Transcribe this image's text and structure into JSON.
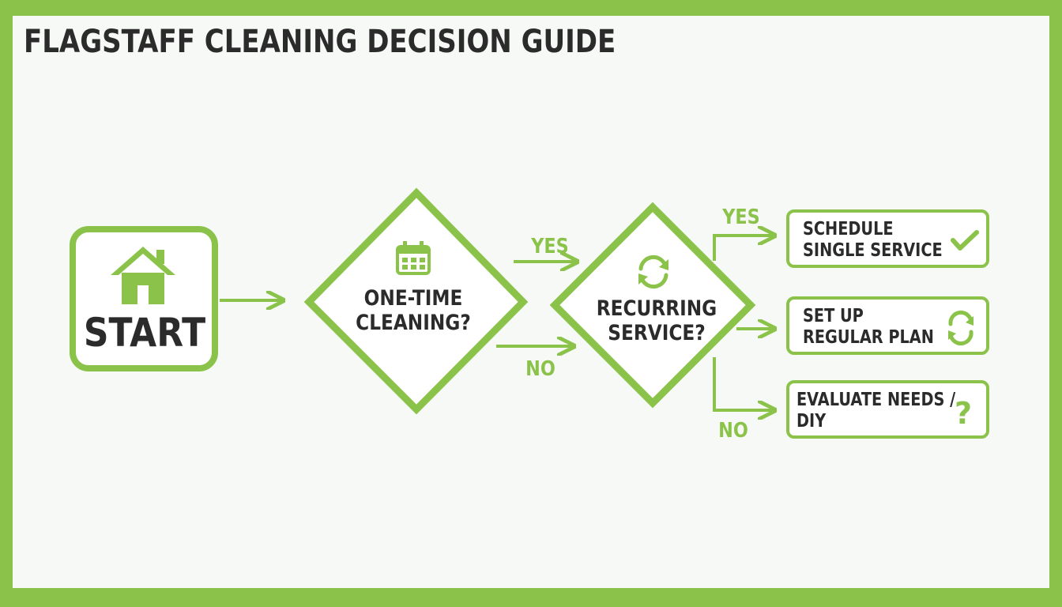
{
  "title": "FLAGSTAFF CLEANING DECISION GUIDE",
  "colors": {
    "accent": "#8bc34a",
    "text": "#2b2b2b",
    "background": "#f7f9f7"
  },
  "start": {
    "label": "START",
    "icon": "house-icon"
  },
  "decision1": {
    "line1": "ONE-TIME",
    "line2": "CLEANING?",
    "icon": "calendar-icon"
  },
  "decision2": {
    "line1": "RECURRING",
    "line2": "SERVICE?",
    "icon": "refresh-icon"
  },
  "edges": {
    "d1_yes": "YES",
    "d1_no": "NO",
    "d2_yes": "YES",
    "d2_no": "NO"
  },
  "outcomes": [
    {
      "line1": "SCHEDULE",
      "line2": "SINGLE SERVICE",
      "icon": "checkmark-icon",
      "symbol": ""
    },
    {
      "line1": "SET UP",
      "line2": "REGULAR PLAN",
      "icon": "refresh-icon",
      "symbol": ""
    },
    {
      "line1": "EVALUATE NEEDS /",
      "line2": "DIY",
      "icon": "question-icon",
      "symbol": "?"
    }
  ]
}
